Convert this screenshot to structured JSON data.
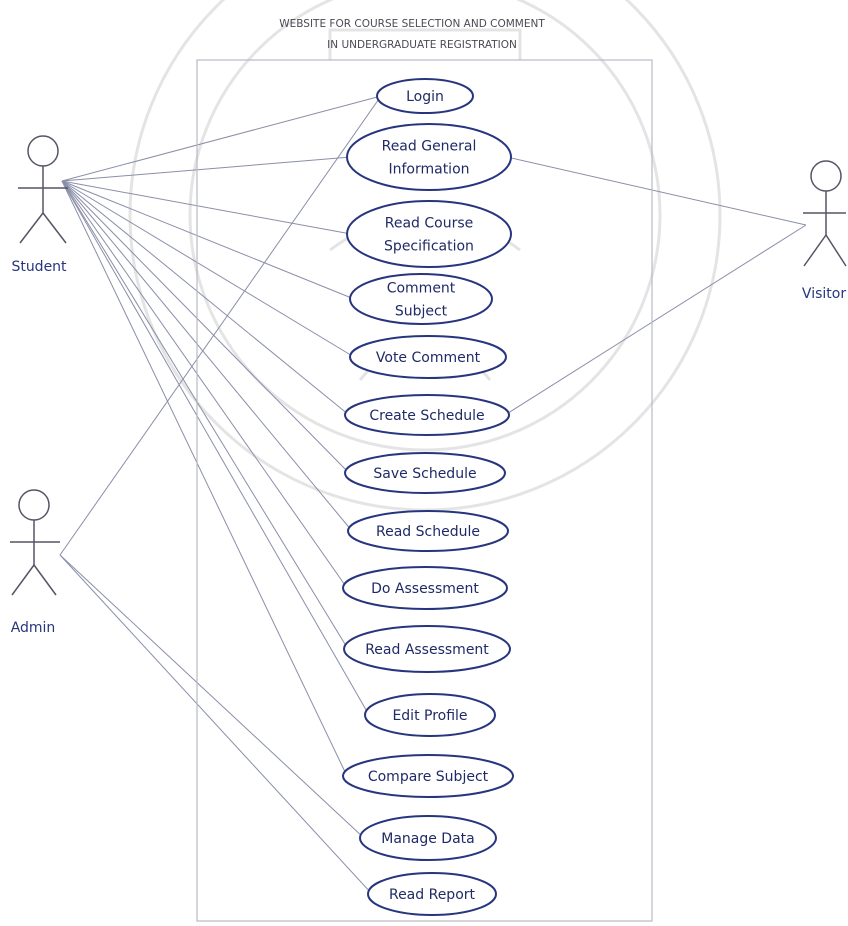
{
  "title": {
    "line1": "WEBSITE FOR COURSE SELECTION AND COMMENT",
    "line2": "IN UNDERGRADUATE REGISTRATION"
  },
  "actors": {
    "student": "Student",
    "admin": "Admin",
    "visitor": "Visitor"
  },
  "use_cases": [
    {
      "id": "login",
      "lines": [
        "Login"
      ]
    },
    {
      "id": "read-general-information",
      "lines": [
        "Read General",
        "Information"
      ]
    },
    {
      "id": "read-course-specification",
      "lines": [
        "Read Course",
        "Specification"
      ]
    },
    {
      "id": "comment-subject",
      "lines": [
        "Comment",
        "Subject"
      ]
    },
    {
      "id": "vote-comment",
      "lines": [
        "Vote Comment"
      ]
    },
    {
      "id": "create-schedule",
      "lines": [
        "Create Schedule"
      ]
    },
    {
      "id": "save-schedule",
      "lines": [
        "Save Schedule"
      ]
    },
    {
      "id": "read-schedule",
      "lines": [
        "Read Schedule"
      ]
    },
    {
      "id": "do-assessment",
      "lines": [
        "Do Assessment"
      ]
    },
    {
      "id": "read-assessment",
      "lines": [
        "Read Assessment"
      ]
    },
    {
      "id": "edit-profile",
      "lines": [
        "Edit Profile"
      ]
    },
    {
      "id": "compare-subject",
      "lines": [
        "Compare Subject"
      ]
    },
    {
      "id": "manage-data",
      "lines": [
        "Manage Data"
      ]
    },
    {
      "id": "read-report",
      "lines": [
        "Read Report"
      ]
    }
  ],
  "associations": [
    {
      "actor": "student",
      "use_case": "login"
    },
    {
      "actor": "student",
      "use_case": "read-general-information"
    },
    {
      "actor": "student",
      "use_case": "read-course-specification"
    },
    {
      "actor": "student",
      "use_case": "comment-subject"
    },
    {
      "actor": "student",
      "use_case": "vote-comment"
    },
    {
      "actor": "student",
      "use_case": "create-schedule"
    },
    {
      "actor": "student",
      "use_case": "save-schedule"
    },
    {
      "actor": "student",
      "use_case": "read-schedule"
    },
    {
      "actor": "student",
      "use_case": "do-assessment"
    },
    {
      "actor": "student",
      "use_case": "read-assessment"
    },
    {
      "actor": "student",
      "use_case": "edit-profile"
    },
    {
      "actor": "student",
      "use_case": "compare-subject"
    },
    {
      "actor": "admin",
      "use_case": "login"
    },
    {
      "actor": "admin",
      "use_case": "manage-data"
    },
    {
      "actor": "admin",
      "use_case": "read-report"
    },
    {
      "actor": "visitor",
      "use_case": "read-general-information"
    },
    {
      "actor": "visitor",
      "use_case": "create-schedule"
    }
  ]
}
